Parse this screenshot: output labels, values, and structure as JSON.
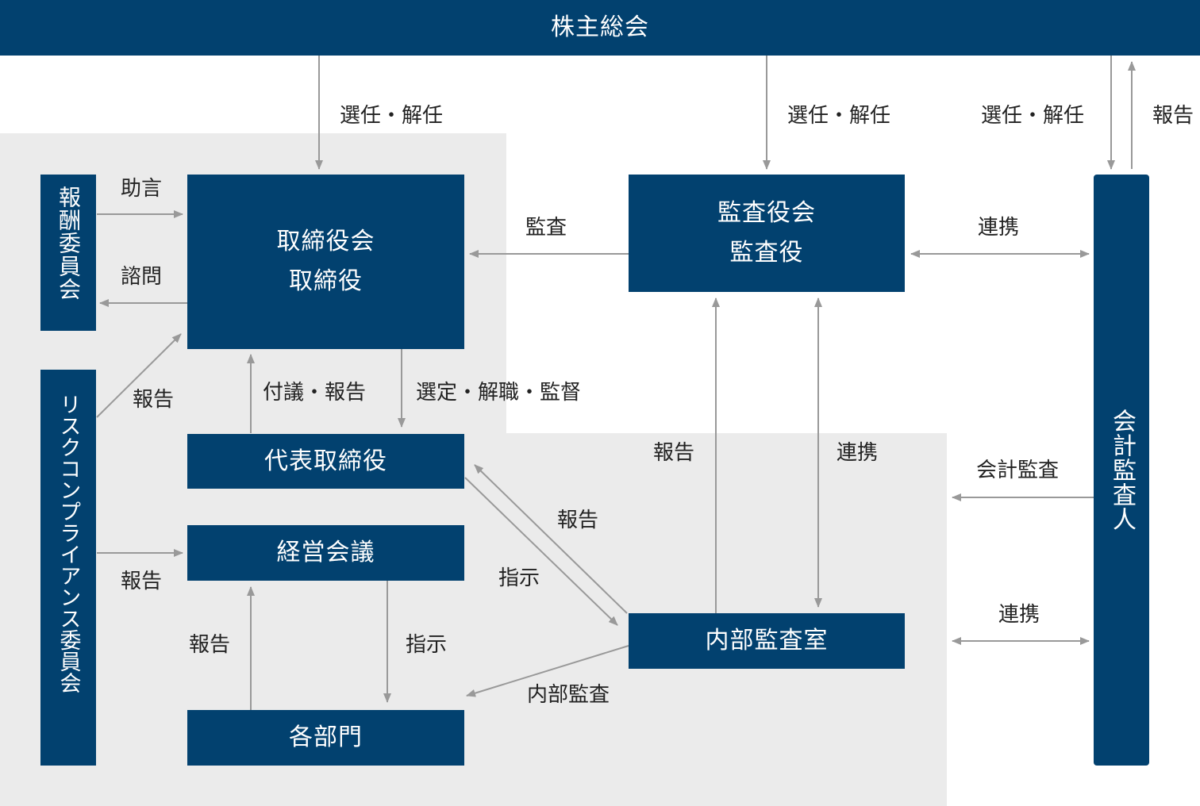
{
  "colors": {
    "box": "#02416f",
    "arrow": "#999999",
    "panel": "#ebebeb"
  },
  "nodes": {
    "shareholders": "株主総会",
    "board": {
      "line1": "取締役会",
      "line2": "取締役"
    },
    "audit_board": {
      "line1": "監査役会",
      "line2": "監査役"
    },
    "compensation_committee": "報酬委員会",
    "risk_committee": "リスクコンプライアンス委員会",
    "accounting_auditor": "会計監査人",
    "representative_director": "代表取締役",
    "management_meeting": "経営会議",
    "internal_audit_office": "内部監査室",
    "departments": "各部門"
  },
  "labels": {
    "elect_board": "選任・解任",
    "elect_audit": "選任・解任",
    "elect_auditor": "選任・解任",
    "auditor_report_sh": "報告",
    "advice": "助言",
    "consult": "諮問",
    "audit_board_to_board": "監査",
    "coop_audit_auditor": "連携",
    "risk_report_board": "報告",
    "resolution_report": "付議・報告",
    "selection_dismissal": "選定・解職・監督",
    "ia_report_audit": "報告",
    "ia_coop_audit": "連携",
    "accounting_audit": "会計監査",
    "ia_report_rep": "報告",
    "rep_instruct_ia": "指示",
    "risk_report_mgmt": "報告",
    "dept_report": "報告",
    "mgmt_instruct": "指示",
    "coop_ia_auditor": "連携",
    "internal_audit": "内部監査"
  }
}
